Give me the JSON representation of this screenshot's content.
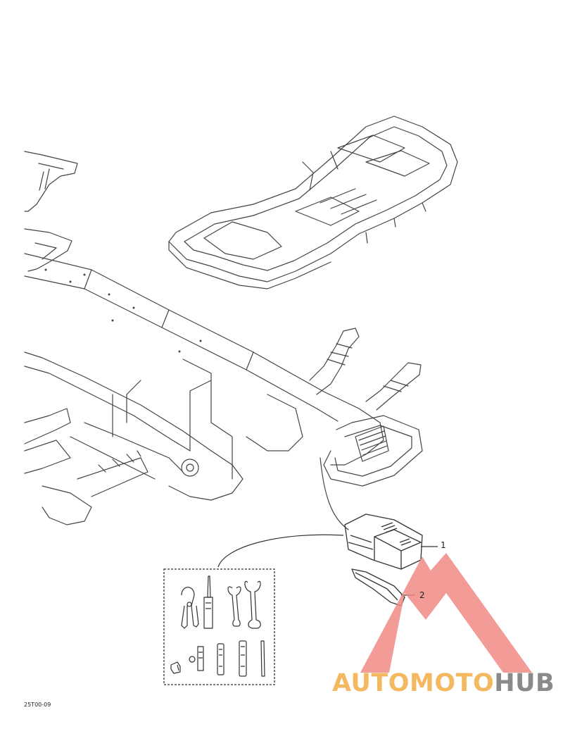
{
  "callouts": {
    "one": "1",
    "two": "2"
  },
  "figure_code": "25T00-09",
  "watermark": {
    "part1": "AUTOMOTO",
    "part2": "HUB",
    "accent_color": "#f08a86",
    "text_color": "#f4b860",
    "hub_color": "#8a8a8a"
  },
  "icons": [
    "pliers-icon",
    "screwdriver-icon",
    "wrench-icon",
    "spark-plug-wrench-icon",
    "socket-icon",
    "fuse-icon"
  ]
}
